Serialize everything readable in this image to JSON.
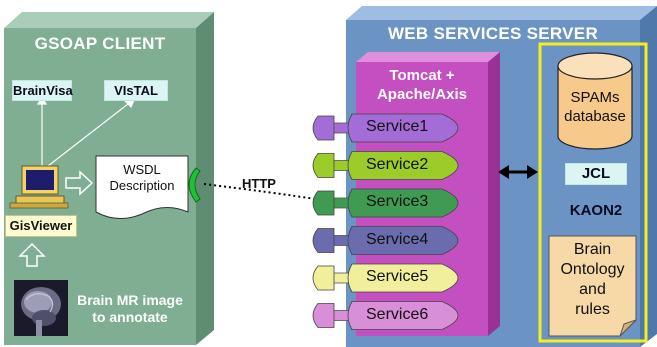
{
  "client": {
    "title": "GSOAP CLIENT",
    "brainvisa": "BrainVisa",
    "vistal": "VIsTAL",
    "wsdl_line1": "WSDL",
    "wsdl_line2": "Description",
    "gisviewer": "GisViewer",
    "mr_line1": "Brain MR image",
    "mr_line2": "to annotate"
  },
  "link": {
    "http": "HTTP"
  },
  "server": {
    "title": "WEB SERVICES SERVER",
    "tomcat_line1": "Tomcat +",
    "tomcat_line2": "Apache/Axis",
    "services": [
      {
        "label": "Service1",
        "color": "#a36cd6"
      },
      {
        "label": "Service2",
        "color": "#9ccc2a"
      },
      {
        "label": "Service3",
        "color": "#3f9a52"
      },
      {
        "label": "Service4",
        "color": "#6a6cae"
      },
      {
        "label": "Service5",
        "color": "#f1ef9b"
      },
      {
        "label": "Service6",
        "color": "#d98ed8"
      }
    ],
    "db_line1": "SPAMs",
    "db_line2": "database",
    "jcl": "JCL",
    "kaon2": "KAON2",
    "onto_line1": "Brain",
    "onto_line2": "Ontology",
    "onto_line3": "and",
    "onto_line4": "rules"
  },
  "colors": {
    "client_panel": "#7fae92",
    "server_panel": "#6b93c4",
    "tomcat_panel": "#c44fc0",
    "highlight_border": "#f2ee22",
    "note": "#f7d8a7"
  }
}
